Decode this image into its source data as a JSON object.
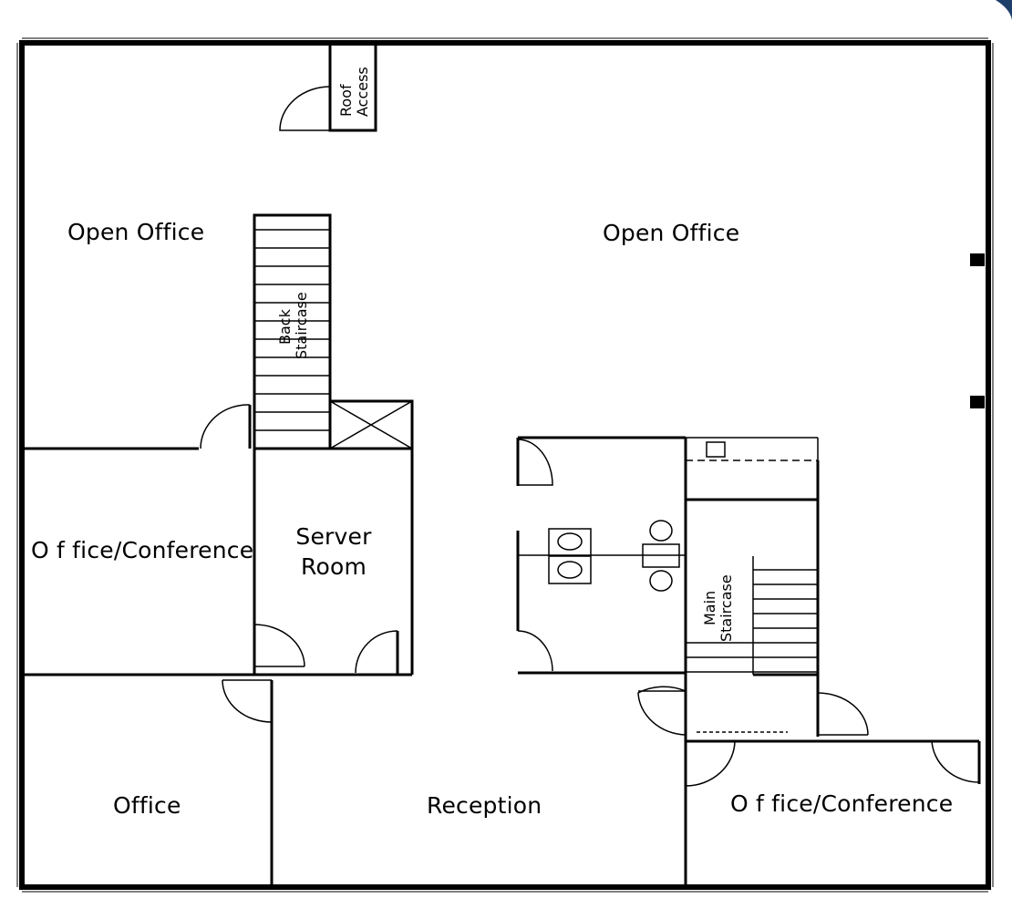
{
  "colors": {
    "wall": "#000000",
    "background": "#ffffff",
    "accent_corner": "#1f3f6b"
  },
  "labels": {
    "roof_access_1": "Roof",
    "roof_access_2": "Access",
    "open_office_left": "Open Office",
    "open_office_right": "Open Office",
    "back_staircase_1": "Back",
    "back_staircase_2": "Staircase",
    "office_conference_left": "O f fice/Conference",
    "server_room_1": "Server",
    "server_room_2": "Room",
    "main_staircase_1": "Main",
    "main_staircase_2": "Staircase",
    "office": "Office",
    "reception": "Reception",
    "office_conference_right": "O f fice/Conference"
  }
}
